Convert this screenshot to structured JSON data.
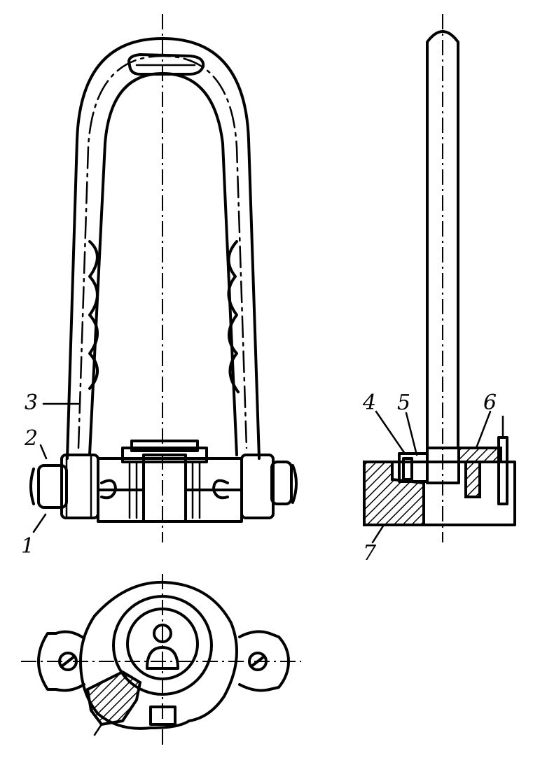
{
  "labels": {
    "part_1": "1",
    "part_2": "2",
    "part_3": "3",
    "part_4": "4",
    "part_5": "5",
    "part_6": "6",
    "part_7": "7"
  },
  "colors": {
    "ink": "#000000",
    "paper": "#ffffff"
  }
}
